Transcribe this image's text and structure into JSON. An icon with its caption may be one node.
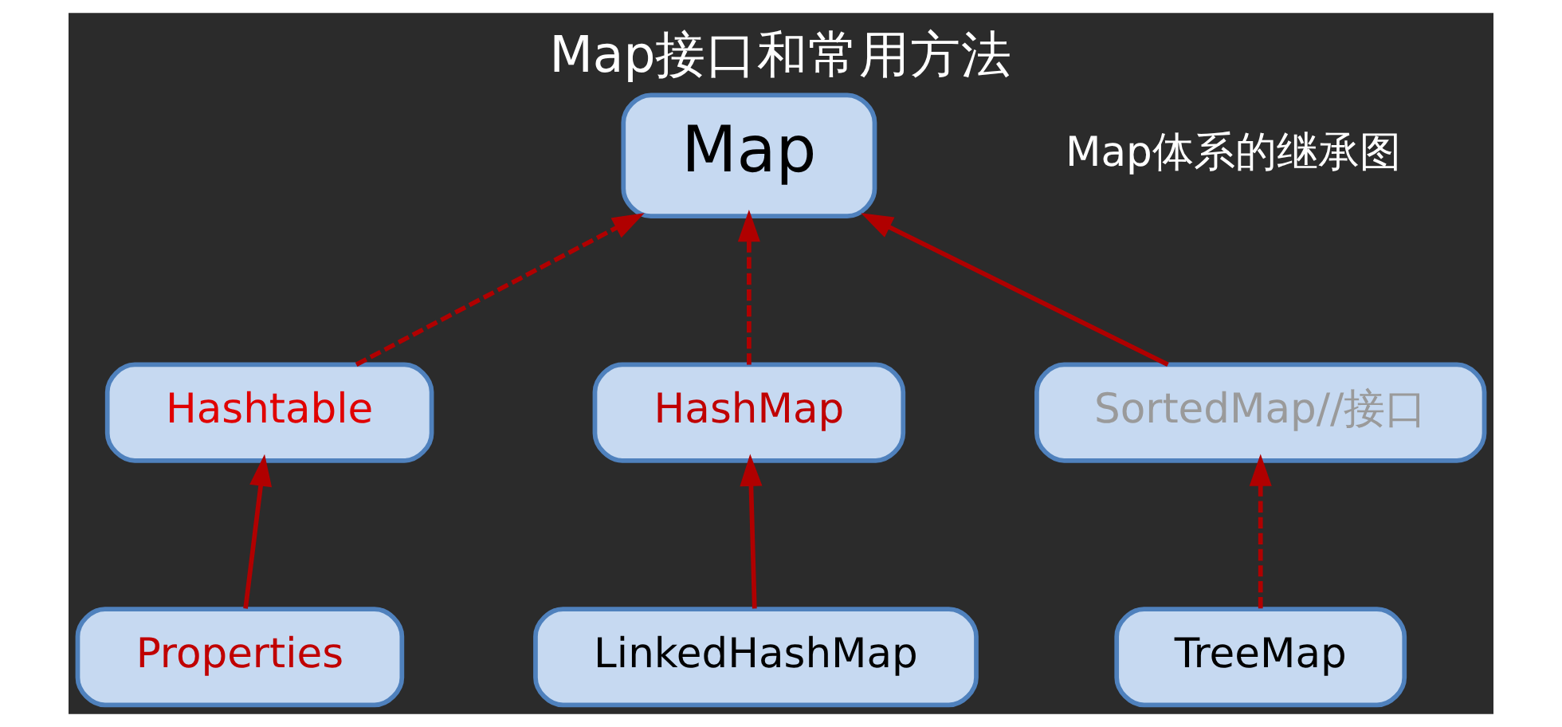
{
  "diagram": {
    "title": "Map接口和常用方法",
    "nodes": [
      {
        "text": [
          "Map"
        ]
      },
      {
        "text": [
          "Hashtable"
        ]
      },
      {
        "text": [
          "HashMap"
        ]
      },
      {
        "text": [
          "SortedMap//接口"
        ]
      },
      {
        "text": [
          "Properties"
        ]
      },
      {
        "text": [
          "LinkedHashMap"
        ]
      },
      {
        "text": [
          "TreeMap"
        ]
      }
    ],
    "edges": [
      {
        "from": 1,
        "to": 0,
        "arrow": "to",
        "style": "dashed"
      },
      {
        "from": 2,
        "to": 0,
        "arrow": "to",
        "style": "dashed"
      },
      {
        "from": 3,
        "to": 0,
        "arrow": "to"
      },
      {
        "from": 4,
        "to": 1,
        "arrow": "to"
      },
      {
        "from": 5,
        "to": 2,
        "arrow": "to"
      },
      {
        "from": 6,
        "to": 3,
        "arrow": "to",
        "style": "dashed"
      }
    ],
    "labels": [
      "Map体系的继承图"
    ]
  }
}
